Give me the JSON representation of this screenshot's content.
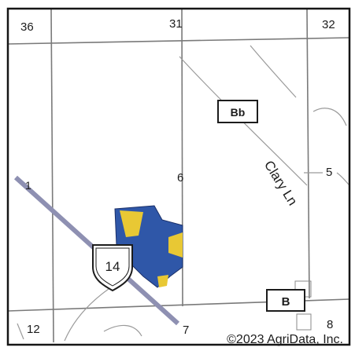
{
  "map": {
    "colors": {
      "background": "#ffffff",
      "frame": "#161616",
      "section_line": "#7a7a7a",
      "road_line": "#9a9a9a",
      "highway": "#8e90b2",
      "parcel_blue": "#2f57a8",
      "parcel_yellow": "#e8c834"
    },
    "sections": {
      "top_left": "36",
      "top_middle": "31",
      "top_right": "32",
      "center": "6",
      "right_middle": "5",
      "left_middle": "1",
      "bottom_left": "12",
      "bottom_middle": "7",
      "bottom_right": "8"
    },
    "soil_labels": {
      "upper": "Bb",
      "lower": "B"
    },
    "road_name": "Clary Ln",
    "highway": {
      "shield_number": "14",
      "shield_icon": "us-highway-shield-icon"
    },
    "copyright": "©2023 AgriData, Inc."
  }
}
